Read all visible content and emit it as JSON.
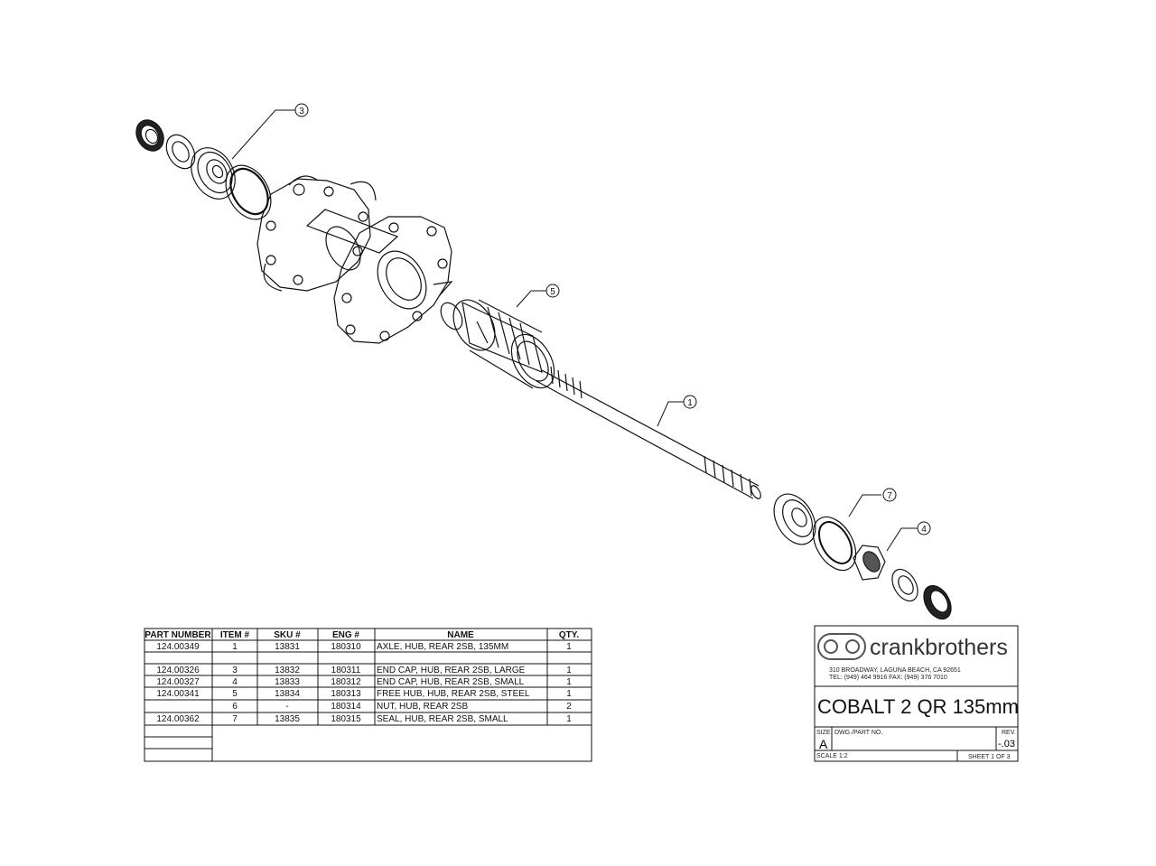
{
  "drawing": {
    "callouts": [
      "3",
      "5",
      "1",
      "7",
      "4"
    ]
  },
  "bom": {
    "headers": [
      "PART NUMBER",
      "ITEM #",
      "SKU #",
      "ENG #",
      "NAME",
      "QTY."
    ],
    "rows": [
      [
        "124.00349",
        "1",
        "13831",
        "180310",
        "AXLE, HUB, REAR 2SB, 135MM",
        "1"
      ],
      [
        "",
        "",
        "",
        "",
        "",
        ""
      ],
      [
        "124.00326",
        "3",
        "13832",
        "180311",
        "END CAP, HUB, REAR 2SB, LARGE",
        "1"
      ],
      [
        "124.00327",
        "4",
        "13833",
        "180312",
        "END CAP, HUB, REAR 2SB, SMALL",
        "1"
      ],
      [
        "124.00341",
        "5",
        "13834",
        "180313",
        "FREE HUB, HUB, REAR 2SB, STEEL",
        "1"
      ],
      [
        "",
        "6",
        "-",
        "180314",
        "NUT, HUB, REAR 2SB",
        "2"
      ],
      [
        "124.00362",
        "7",
        "13835",
        "180315",
        "SEAL, HUB, REAR 2SB, SMALL",
        "1"
      ]
    ]
  },
  "title_block": {
    "brand": "crankbrothers",
    "address": "310 BROADWAY, LAGUNA BEACH, CA 92651",
    "phone": "TEL: (949) 464 9916  FAX: (949) 376 7010",
    "title": "COBALT 2 QR 135mm",
    "size_label": "SIZE",
    "size": "A",
    "dwg_label": "DWG./PART NO.",
    "rev_label": "REV.",
    "rev": "-.03",
    "scale": "SCALE 1:2",
    "sheet": "SHEET 1 OF 3"
  }
}
